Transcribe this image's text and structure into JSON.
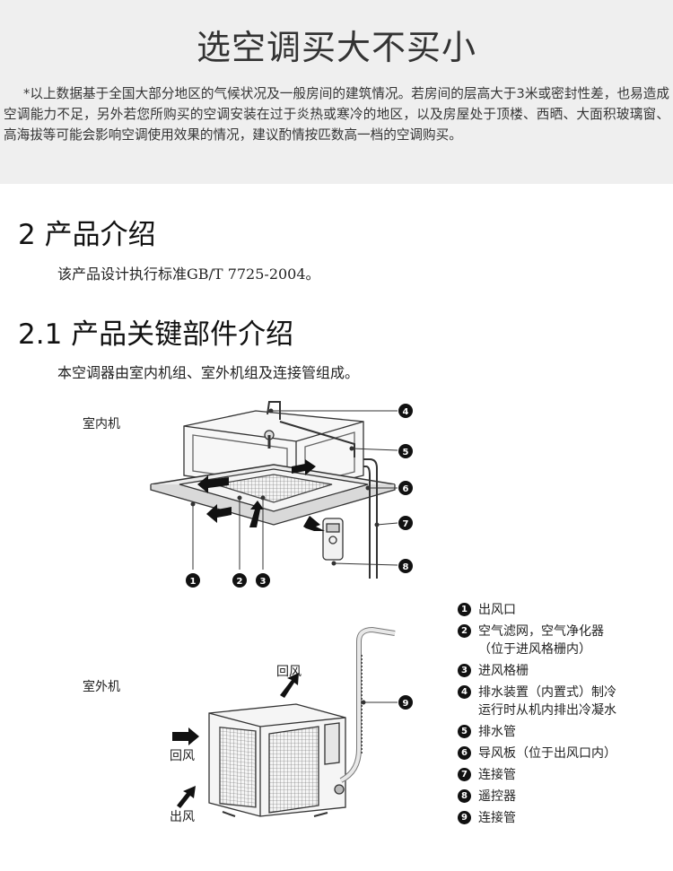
{
  "header": {
    "title": "选空调买大不买小",
    "note": "*以上数据基于全国大部分地区的气候状况及一般房间的建筑情况。若房间的层高大于3米或密封性差，也易造成空调能力不足，另外若您所购买的空调安装在过于炎热或寒冷的地区，以及房屋处于顶楼、西晒、大面积玻璃窗、高海拔等可能会影响空调使用效果的情况，建议酌情按匹数高一档的空调购买。"
  },
  "section2": {
    "heading": "2  产品介绍",
    "text": "该产品设计执行标准GB/T 7725-2004。"
  },
  "section21": {
    "heading": "2.1  产品关键部件介绍",
    "text": "本空调器由室内机组、室外机组及连接管组成。"
  },
  "diagram": {
    "indoor_label": "室内机",
    "outdoor_label": "室外机",
    "return_air_top": "回风",
    "return_air_left": "回风",
    "outlet_air": "出风",
    "callouts": [
      "1",
      "2",
      "3",
      "4",
      "5",
      "6",
      "7",
      "8",
      "9"
    ]
  },
  "legend": [
    {
      "num": "1",
      "line1": "出风口",
      "line2": ""
    },
    {
      "num": "2",
      "line1": "空气滤网，空气净化器",
      "line2": "（位于进风格栅内）"
    },
    {
      "num": "3",
      "line1": "进风格栅",
      "line2": ""
    },
    {
      "num": "4",
      "line1": "排水装置（内置式）制冷",
      "line2": "运行时从机内排出冷凝水"
    },
    {
      "num": "5",
      "line1": "排水管",
      "line2": ""
    },
    {
      "num": "6",
      "line1": "导风板（位于出风口内）",
      "line2": ""
    },
    {
      "num": "7",
      "line1": "连接管",
      "line2": ""
    },
    {
      "num": "8",
      "line1": "遥控器",
      "line2": ""
    },
    {
      "num": "9",
      "line1": "连接管",
      "line2": ""
    }
  ]
}
